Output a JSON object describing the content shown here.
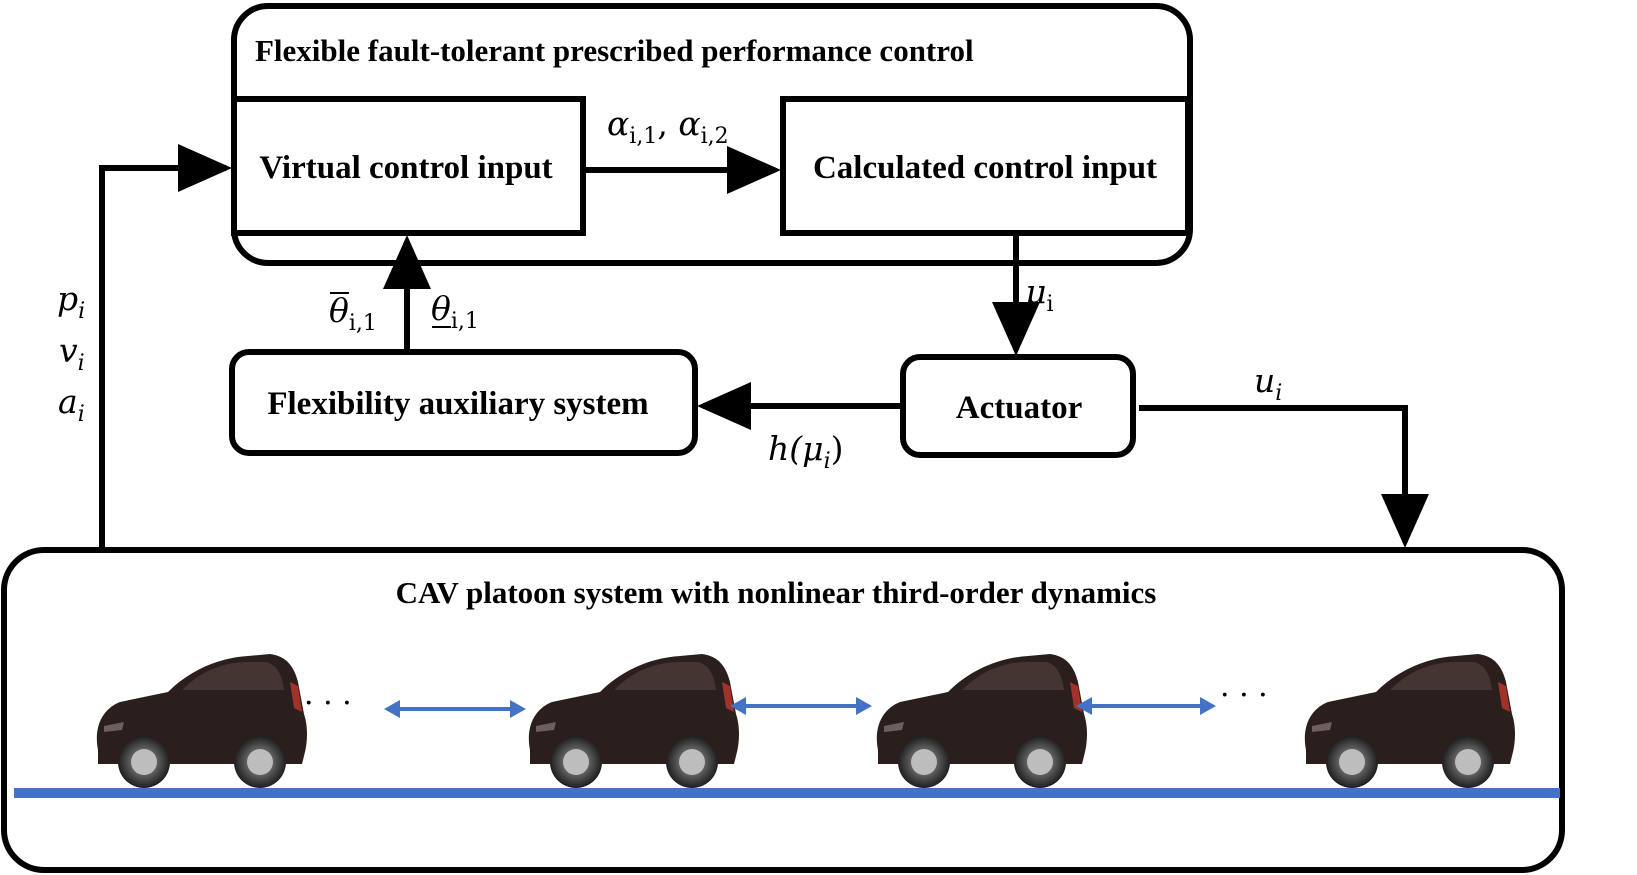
{
  "blocks": {
    "controller_title": "Flexible fault-tolerant prescribed performance control",
    "virtual_control": "Virtual control input",
    "calculated_control": "Calculated control input",
    "flexibility_aux": "Flexibility auxiliary system",
    "actuator": "Actuator",
    "platoon_title": "CAV platoon system with nonlinear third-order dynamics"
  },
  "signals": {
    "alpha1_base": "α",
    "alpha1_sub": "i,1",
    "alpha_sep": ", ",
    "alpha2_base": "α",
    "alpha2_sub": "i,2",
    "mu_base": "μ",
    "mu_sub": "i",
    "u_base": "u",
    "u_sub": "i",
    "h_fn": "h(",
    "h_mu": "μ",
    "h_sub": "i",
    "h_close": ")",
    "theta_upper_base": "θ",
    "theta_upper_sub": "i,1",
    "theta_lower_base": "θ",
    "theta_lower_sub": "i,1",
    "p_base": "p",
    "p_sub": "i",
    "v_base": "v",
    "v_sub": "i",
    "a_base": "a",
    "a_sub": "i"
  },
  "platoon": {
    "ellipsis": "· · ·"
  },
  "colors": {
    "stroke": "#000000",
    "road": "#4472c4",
    "spacing_arrow": "#4472c4",
    "car_body": "#2a1f1d",
    "tail_light": "#a0322a"
  }
}
